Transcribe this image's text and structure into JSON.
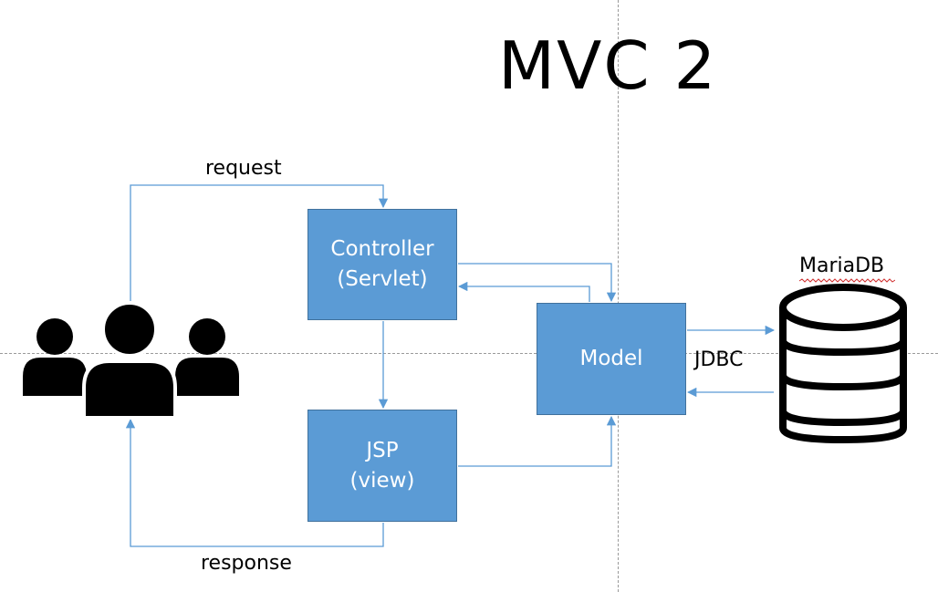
{
  "title": "MVC 2",
  "boxes": {
    "controller": {
      "line1": "Controller",
      "line2": "(Servlet)"
    },
    "jsp": {
      "line1": "JSP",
      "line2": "(view)"
    },
    "model": {
      "line1": "Model"
    }
  },
  "labels": {
    "request": "request",
    "response": "response",
    "jdbc": "JDBC",
    "database": "MariaDB"
  },
  "colors": {
    "box_fill": "#5b9bd5",
    "box_border": "#41719c",
    "arrow": "#5b9bd5",
    "icon": "#000000"
  },
  "icons": {
    "users": "users-group-icon",
    "database": "database-cylinder-icon"
  }
}
